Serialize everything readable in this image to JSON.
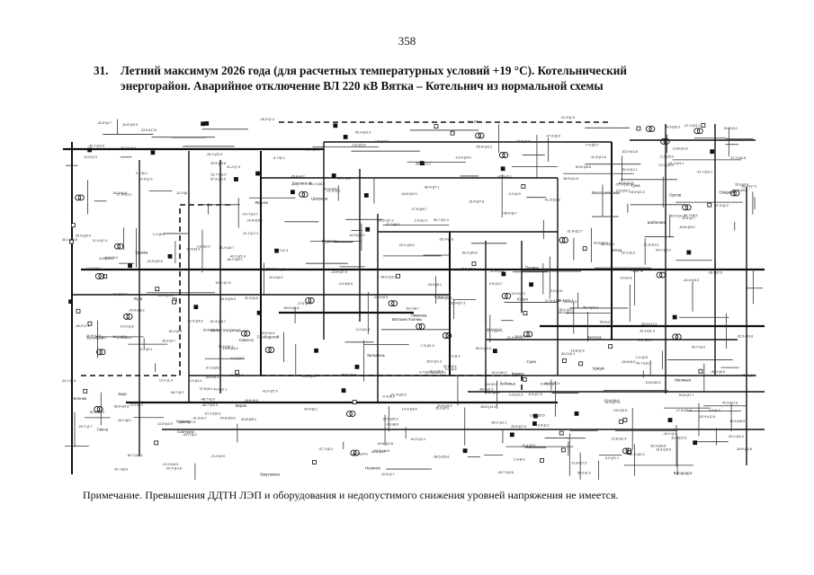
{
  "page": {
    "number": "358",
    "heading": {
      "index": "31.",
      "line1": "Летний максимум 2026 года (для расчетных температурных условий +19 °С). Котельнический",
      "line2": "энергорайон. Аварийное отключение ВЛ 220 кВ Вятка – Котельнич из нормальной схемы"
    },
    "note": "Примечание. Превышения ДДТН ЛЭП и оборудования и недопустимого снижения уровней напряжения не имеется."
  },
  "diagram": {
    "labels": [
      "Понино",
      "Вятка",
      "Котельнич",
      "Киров",
      "Шабалино",
      "Свеча",
      "Юрья",
      "Мураши",
      "Опарино",
      "Луза",
      "Фаленки",
      "Зуевка",
      "Слободской",
      "Кирс",
      "Омутнинск",
      "Белая Холуница",
      "Нагорск",
      "Орлов",
      "Советск",
      "Пижанка",
      "Яранск",
      "Санчурск",
      "Тужа",
      "Кикнур",
      "Шахунья",
      "Ветлуга",
      "Даровской",
      "Верхошижемье",
      "Оричи",
      "Лебяжье",
      "Уржум",
      "Малмыж",
      "Вятские Поляны",
      "Кильмезь",
      "Нолинск",
      "Суна",
      "Кумены",
      "Богородск"
    ]
  }
}
